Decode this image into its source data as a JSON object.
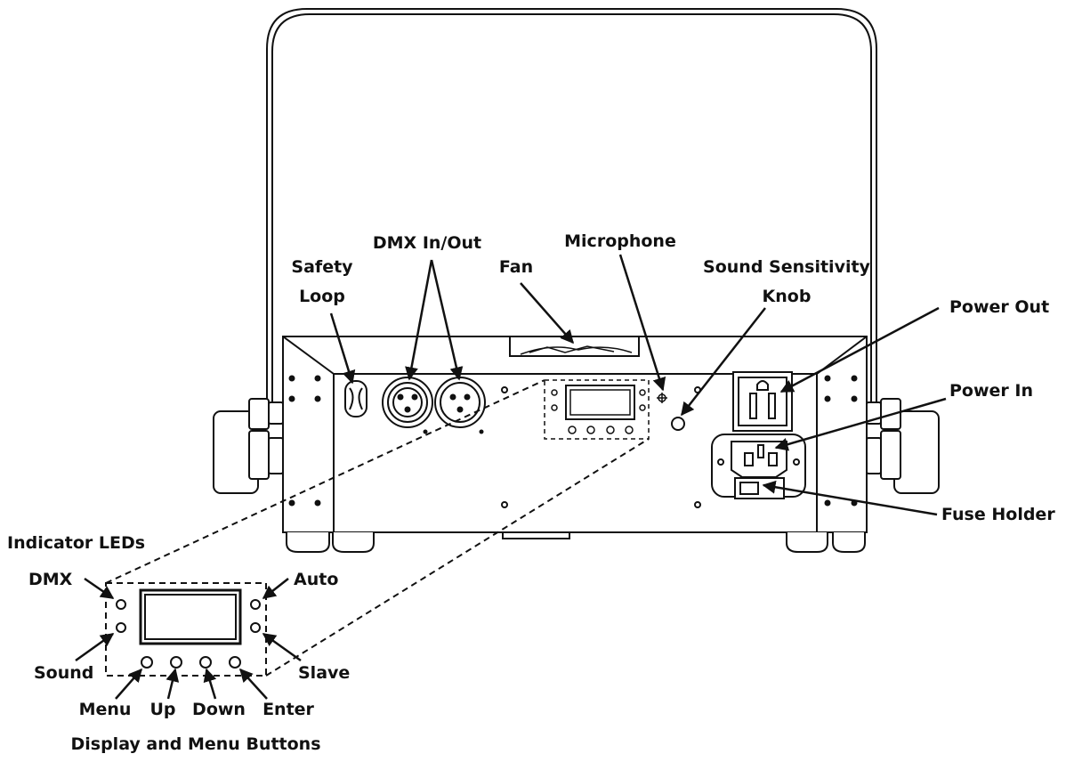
{
  "labels": {
    "safety_loop_line1": "Safety",
    "safety_loop_line2": "Loop",
    "dmx_in_out": "DMX In/Out",
    "fan": "Fan",
    "microphone": "Microphone",
    "sound_sensitivity_line1": "Sound Sensitivity",
    "sound_sensitivity_line2": "Knob",
    "power_out": "Power Out",
    "power_in": "Power In",
    "fuse_holder": "Fuse Holder",
    "indicator_leds": "Indicator LEDs",
    "led_dmx": "DMX",
    "led_auto": "Auto",
    "led_sound": "Sound",
    "led_slave": "Slave",
    "btn_menu": "Menu",
    "btn_up": "Up",
    "btn_down": "Down",
    "btn_enter": "Enter",
    "display_menu_buttons": "Display and Menu Buttons"
  }
}
